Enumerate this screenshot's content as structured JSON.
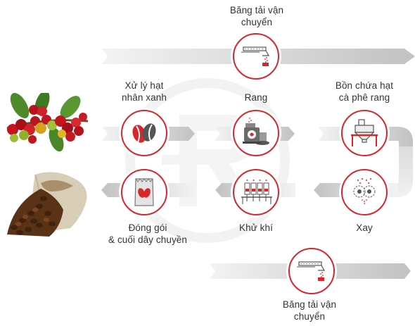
{
  "colors": {
    "accent": "#d9262c",
    "arrow": "#c9c9c9",
    "arrow_light": "#efefef",
    "text": "#333333"
  },
  "nodes": {
    "conveyor_top": {
      "label_line1": "Băng tải vận",
      "label_line2": "chuyển",
      "icon": "conveyor-icon"
    },
    "green_bean": {
      "label_line1": "Xử lý hạt",
      "label_line2": "nhân xanh",
      "icon": "coffee-beans-icon"
    },
    "roast": {
      "label_line1": "Rang",
      "icon": "roaster-icon"
    },
    "storage": {
      "label_line1": "Bồn chứa hạt",
      "label_line2": "cà phê rang",
      "icon": "silo-icon"
    },
    "packaging": {
      "label_line1": "Đóng gói",
      "label_line2": "& cuối dây chuyền",
      "icon": "coffee-bag-icon"
    },
    "degas": {
      "label_line1": "Khử khí",
      "icon": "degassing-tanks-icon"
    },
    "grind": {
      "label_line1": "Xay",
      "icon": "grinder-icon"
    },
    "conveyor_bottom": {
      "label_line1": "Băng tải vận",
      "label_line2": "chuyển",
      "icon": "conveyor-icon"
    }
  },
  "images": {
    "cherries": "coffee-cherries-illustration",
    "sack": "coffee-sack-illustration"
  }
}
